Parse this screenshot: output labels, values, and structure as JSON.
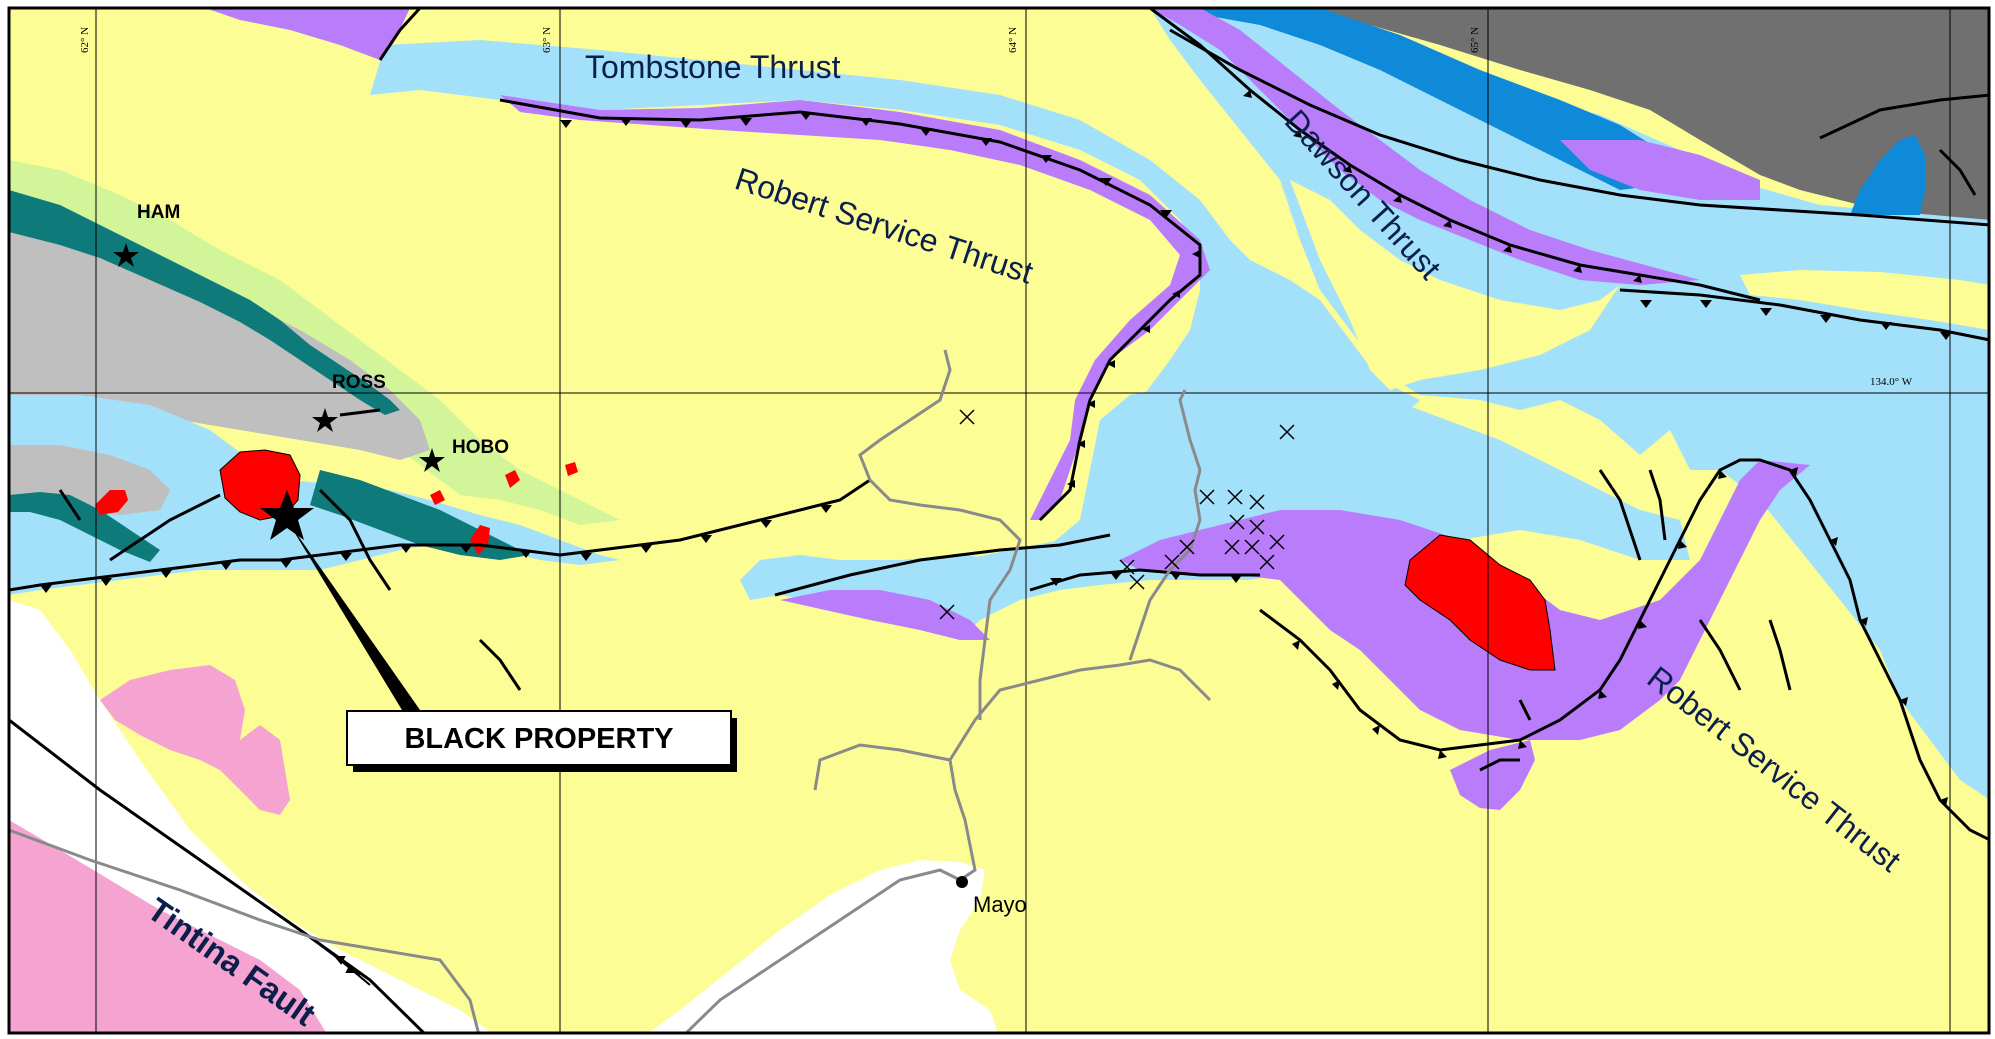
{
  "map": {
    "labels": {
      "tombstone_thrust": "Tombstone Thrust",
      "robert_service_thrust_north": "Robert Service Thrust",
      "dawson_thrust": "Dawson Thrust",
      "robert_service_thrust_south": "Robert Service Thrust",
      "tintina_fault": "Tintina Fault",
      "town_mayo": "Mayo",
      "black_property": "BLACK PROPERTY"
    },
    "occurrences": {
      "ham": "HAM",
      "ross": "ROSS",
      "hobo": "HOBO"
    },
    "graticule": {
      "lat_62": "62° N",
      "lat_63": "63° N",
      "lat_64": "64° N",
      "lat_65": "65° N",
      "lon_134": "134.0° W"
    },
    "colors": {
      "yellow_unit": "#fdfd96",
      "light_blue_unit": "#a3e1fb",
      "purple_unit": "#b97cfa",
      "dark_blue_unit": "#0f8ad9",
      "dark_grey_unit": "#707070",
      "light_grey_unit": "#bfbfbf",
      "teal_unit": "#0e7a7a",
      "light_green_unit": "#d3f59a",
      "pink_unit": "#f5a3d0",
      "red_intrusion": "#ff0000",
      "white_unit": "#ffffff"
    }
  }
}
